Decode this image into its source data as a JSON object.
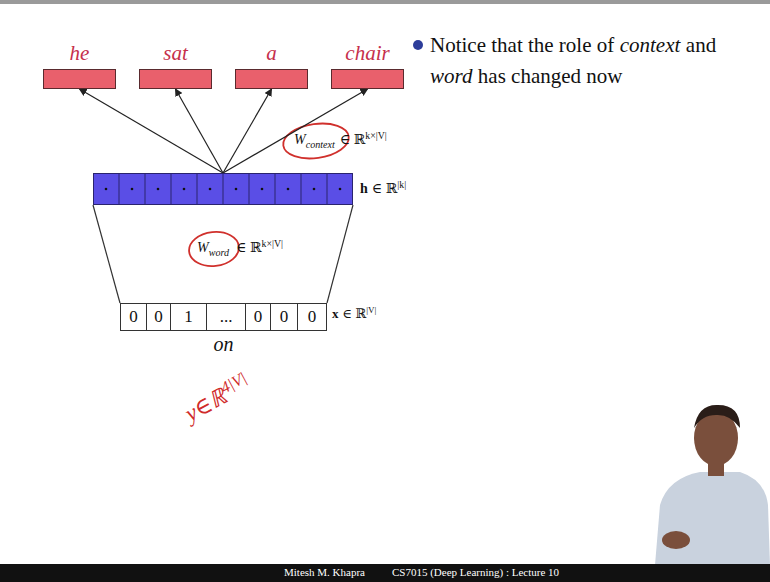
{
  "diagram": {
    "nodes": [
      {
        "text": [
          "he"
        ]
      },
      {
        "text": [
          "sat"
        ]
      },
      {
        "text": [
          "a"
        ]
      },
      {
        "text": [
          "chair"
        ]
      },
      {
        "text": [
          "h",
          "∈ ℝ",
          "|k|"
        ]
      },
      {
        "text": [
          "x",
          "∈ ℝ",
          "|V|",
          "on"
        ]
      },
      {
        "text": [
          "0"
        ],
        "in": 5
      },
      {
        "text": [
          "0"
        ],
        "in": 5
      },
      {
        "text": [
          "1"
        ],
        "in": 5
      },
      {
        "text": [
          "..."
        ],
        "in": 5
      },
      {
        "text": [
          "0"
        ],
        "in": 5
      },
      {
        "text": [
          "0"
        ],
        "in": 5
      },
      {
        "text": [
          "0"
        ],
        "in": 5
      }
    ],
    "edges": [
      {
        "from": 4,
        "to": 0,
        "arrow": "to"
      },
      {
        "from": 4,
        "to": 1,
        "arrow": "to"
      },
      {
        "from": 4,
        "to": 2,
        "arrow": "to"
      },
      {
        "from": 4,
        "to": 3,
        "arrow": "to"
      }
    ],
    "labels": [
      "W",
      "context",
      "∈ ℝ",
      "k×|V|",
      "W",
      "word",
      "∈ ℝ",
      "k×|V|",
      "y∈ℝ",
      "4|V|",
      "Notice that the role of",
      "context",
      "and",
      "word",
      "has changed now",
      "Mitesh M. Khapra",
      "CS7015 (Deep Learning) : Lecture 10"
    ]
  }
}
